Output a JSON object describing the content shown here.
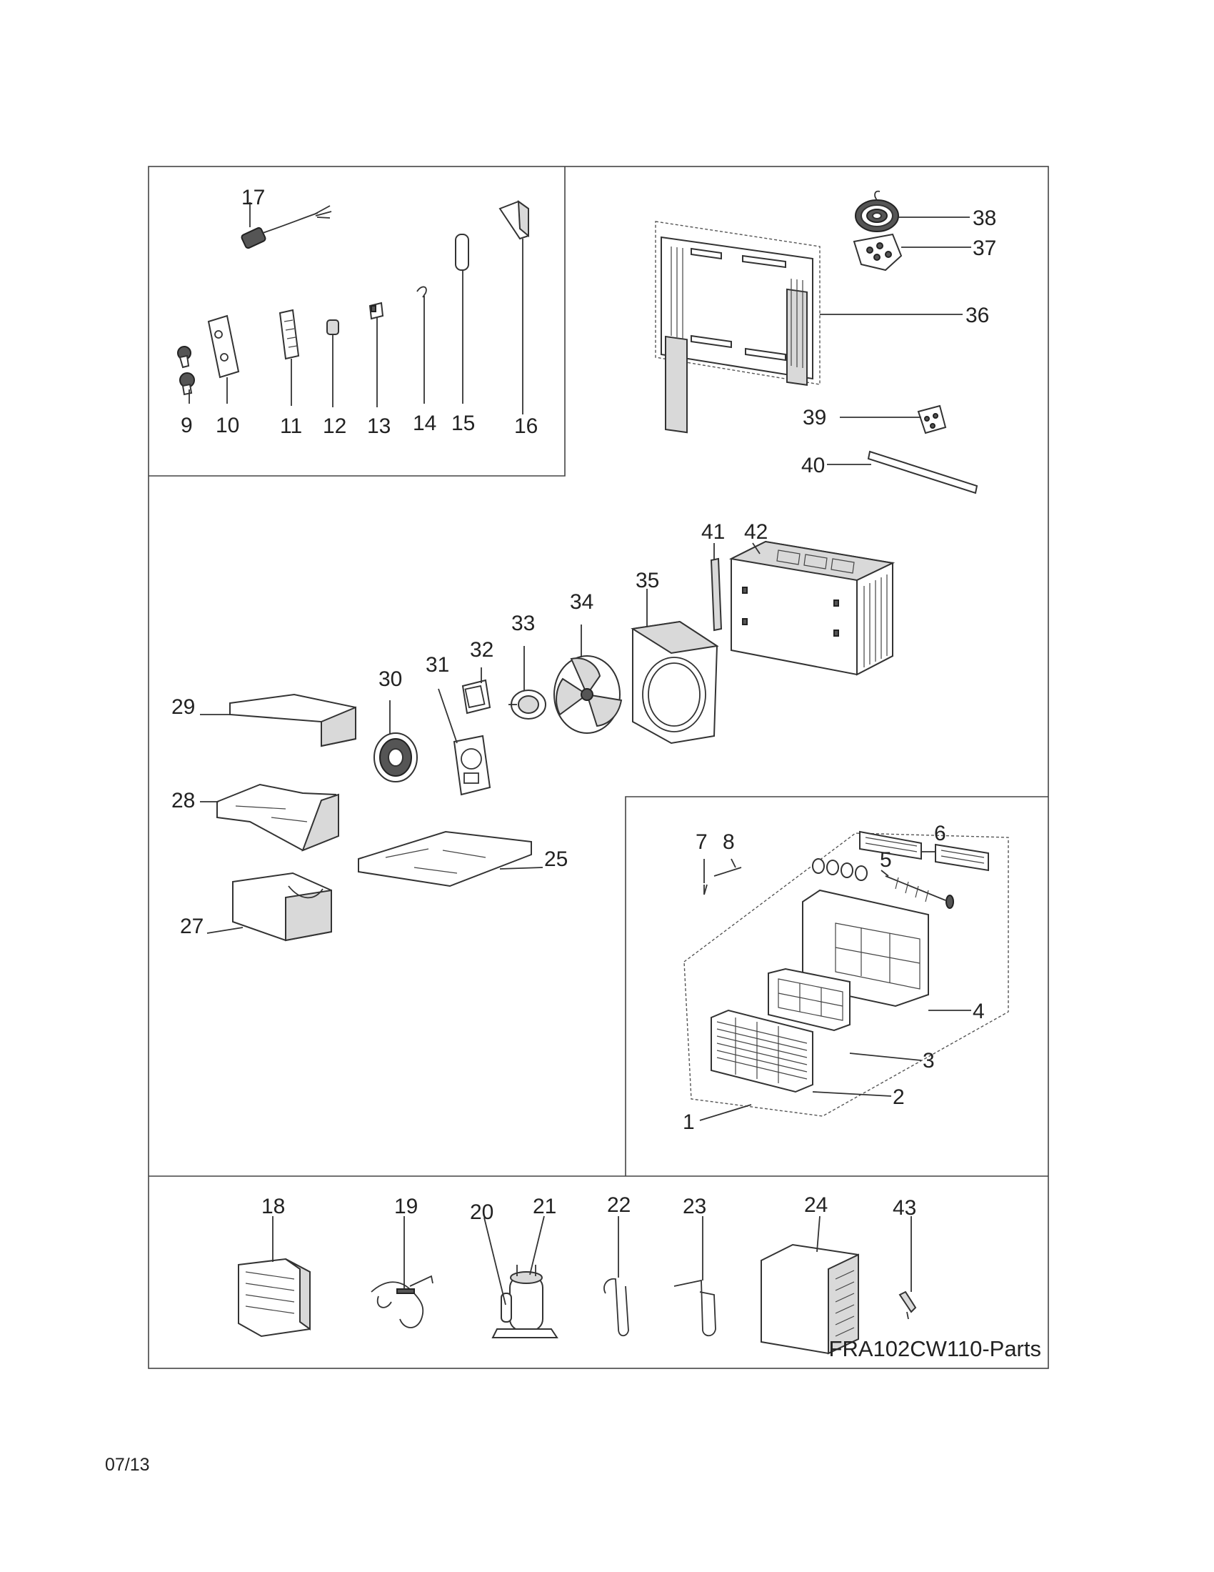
{
  "figure": {
    "model_label": "FRA102CW110-Parts",
    "date_code": "07/13"
  },
  "callouts": {
    "c1": "1",
    "c2": "2",
    "c3": "3",
    "c4": "4",
    "c5": "5",
    "c6": "6",
    "c7": "7",
    "c8": "8",
    "c9": "9",
    "c10": "10",
    "c11": "11",
    "c12": "12",
    "c13": "13",
    "c14": "14",
    "c15": "15",
    "c16": "16",
    "c17": "17",
    "c18": "18",
    "c19": "19",
    "c20": "20",
    "c21": "21",
    "c22": "22",
    "c23": "23",
    "c24": "24",
    "c25": "25",
    "c27": "27",
    "c28": "28",
    "c29": "29",
    "c30": "30",
    "c31": "31",
    "c32": "32",
    "c33": "33",
    "c34": "34",
    "c35": "35",
    "c36": "36",
    "c37": "37",
    "c38": "38",
    "c39": "39",
    "c40": "40",
    "c41": "41",
    "c42": "42",
    "c43": "43"
  }
}
